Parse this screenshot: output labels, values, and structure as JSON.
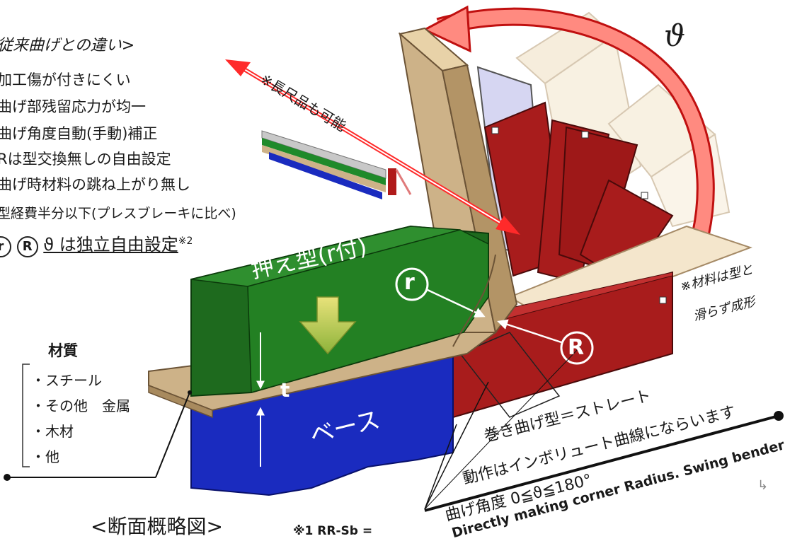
{
  "advantages": {
    "title": "従来曲げとの違い>",
    "items": [
      "加工傷が付きにくい",
      "曲げ部残留応力が均一",
      "曲げ角度自動(手動)補正",
      "Rは型交換無しの自由設定",
      "曲げ時材料の跳ね上がり無し",
      "型経費半分以下(プレスブレーキに比べ)"
    ],
    "independent_note": "ϑ は独立自由設定",
    "independent_sup": "※2",
    "circle_r": "r",
    "circle_R": "R"
  },
  "long_note": "※長尺品も可能",
  "angle_symbol": "ϑ",
  "pressing_die_label": "押え型(r付)",
  "base_label": "ベース",
  "thickness_label": "t",
  "r_label": "r",
  "R_label": "R",
  "material_note": [
    "※材料は型と",
    "滑らず成形"
  ],
  "materials": {
    "title": "材質",
    "items": [
      "・スチール",
      "・その他　金属",
      "・木材",
      "・他"
    ]
  },
  "description": [
    "巻き曲げ型＝ストレート",
    "動作はインボリュート曲線にならいます",
    "曲げ角度 0≦ϑ≦180°"
  ],
  "english_caption": "Directly making corner Radius. Swing bender",
  "footnote": "※1  RR-Sb =",
  "section_caption": "<断面概略図>"
}
